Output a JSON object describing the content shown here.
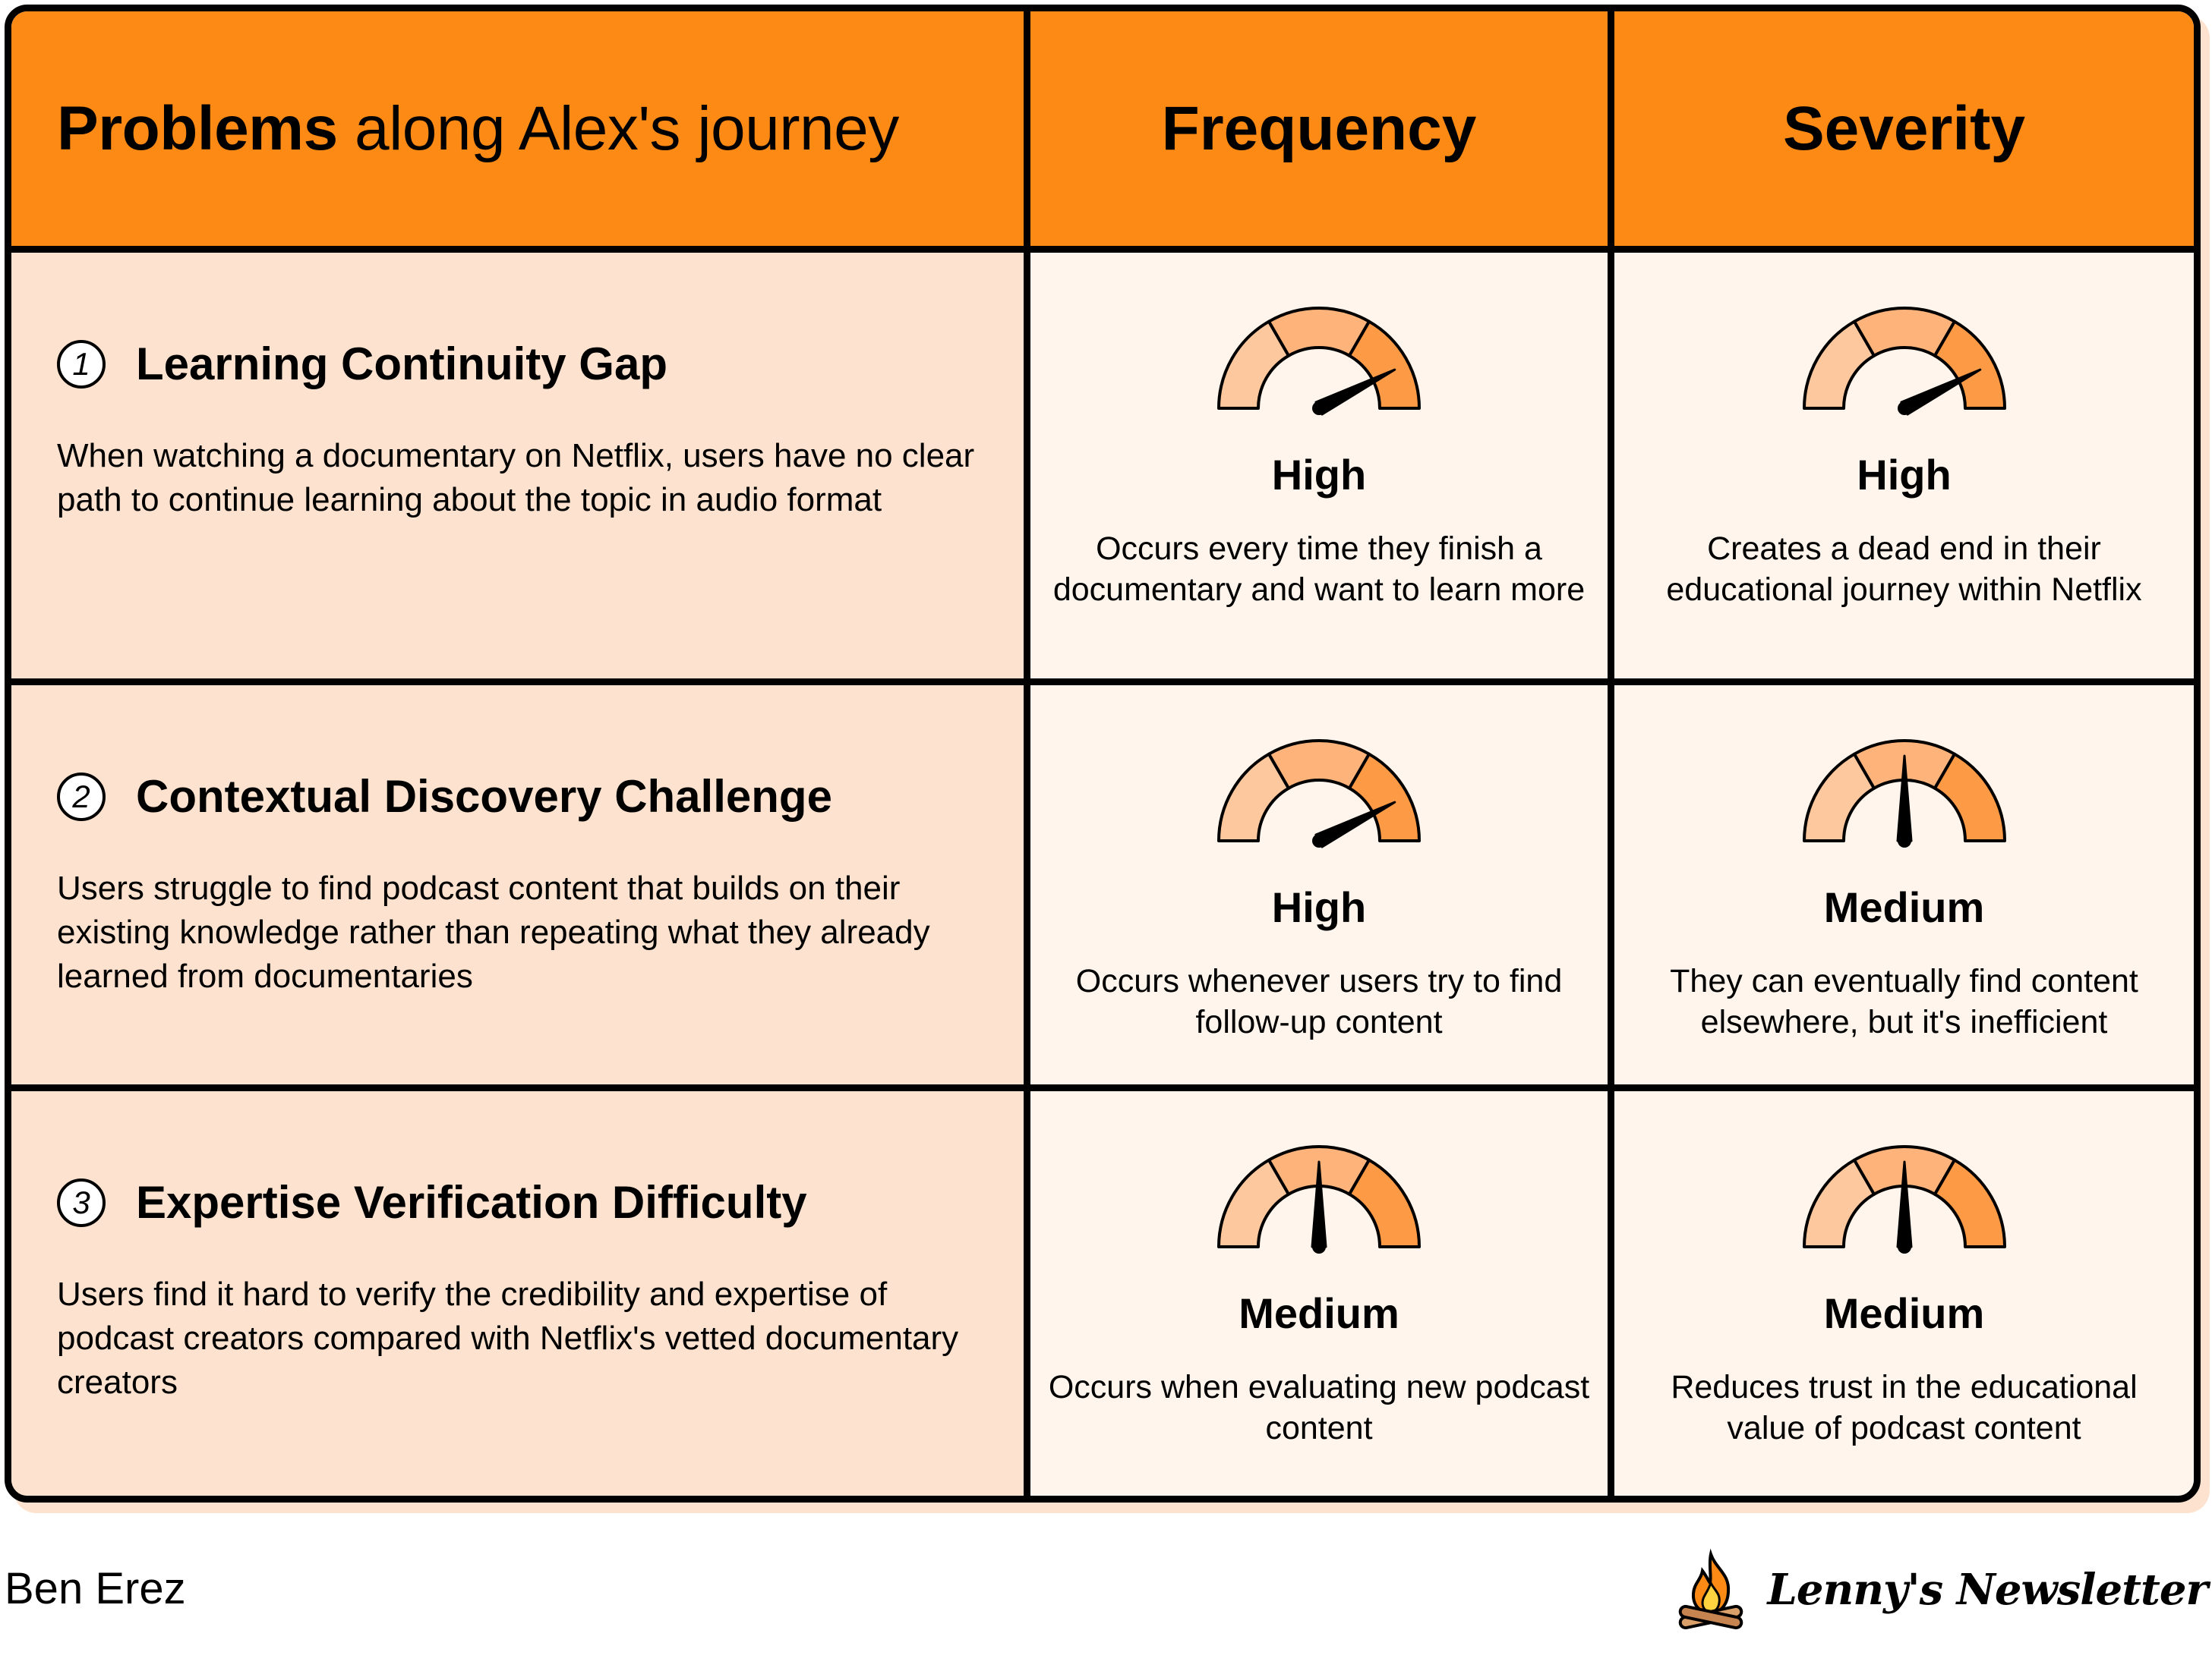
{
  "header": {
    "title_bold": "Problems",
    "title_rest": " along Alex's journey",
    "col_frequency": "Frequency",
    "col_severity": "Severity"
  },
  "rows": [
    {
      "number": "1",
      "title": "Learning Continuity Gap",
      "description": "When watching a documentary on Netflix, users have no clear path to continue learning about the topic in audio format",
      "frequency": {
        "level": "High",
        "gauge_value": 0.85,
        "description": "Occurs every time they finish a documentary and want to learn more"
      },
      "severity": {
        "level": "High",
        "gauge_value": 0.85,
        "description": "Creates a dead end in their educational journey within Netflix"
      }
    },
    {
      "number": "2",
      "title": "Contextual Discovery Challenge",
      "description": "Users struggle to find podcast content that builds on their existing knowledge rather than repeating what they already learned from documentaries",
      "frequency": {
        "level": "High",
        "gauge_value": 0.85,
        "description": "Occurs whenever users try to find follow-up content"
      },
      "severity": {
        "level": "Medium",
        "gauge_value": 0.5,
        "description": "They can eventually find content elsewhere, but it's inefficient"
      }
    },
    {
      "number": "3",
      "title": "Expertise Verification Difficulty",
      "description": "Users find it hard to verify the credibility and expertise of podcast creators compared with Netflix's vetted documentary creators",
      "frequency": {
        "level": "Medium",
        "gauge_value": 0.5,
        "description": "Occurs when evaluating new podcast content"
      },
      "severity": {
        "level": "Medium",
        "gauge_value": 0.5,
        "description": "Reduces trust in the educational value of podcast content"
      }
    }
  ],
  "footer": {
    "author": "Ben Erez",
    "brand": "Lenny's Newsletter",
    "brand_icon": "campfire-icon"
  },
  "colors": {
    "header_bg": "#fd8a14",
    "problem_bg": "#fde3cf",
    "rating_bg": "#fff5ec",
    "gauge_light": "#fdc89e",
    "gauge_mid": "#fdb37a",
    "gauge_dark": "#fd9a46"
  }
}
